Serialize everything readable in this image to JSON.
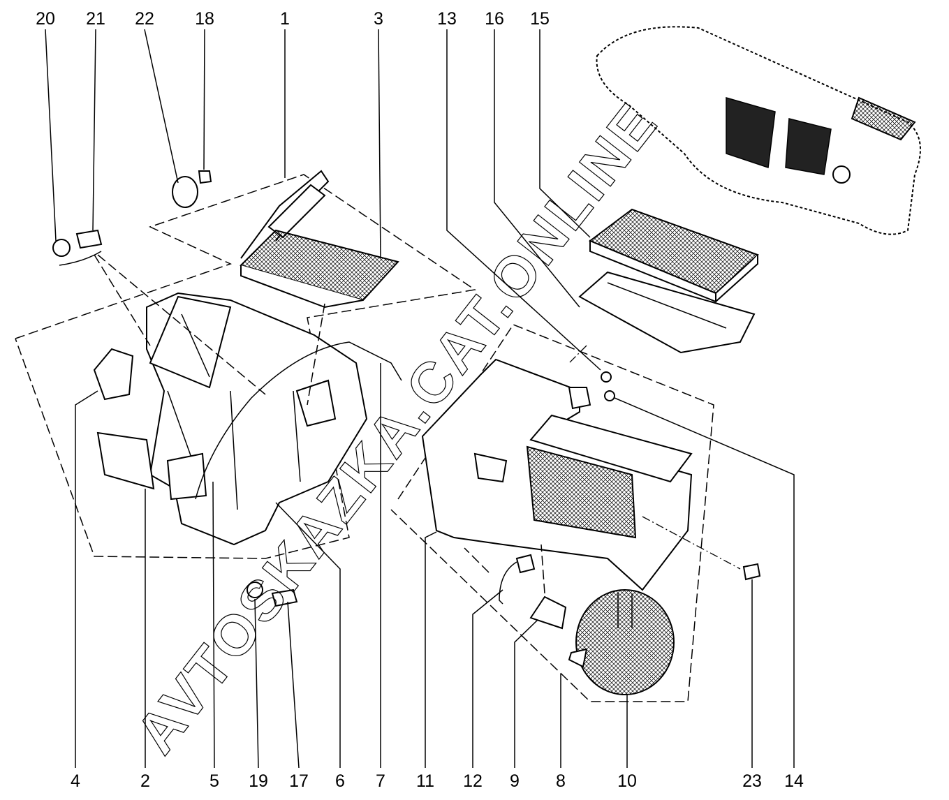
{
  "diagram": {
    "title": "Heater / ventilation unit exploded view",
    "watermark": "AVTOSKAZKA.CAT.ONLINE",
    "callouts_top": [
      "20",
      "21",
      "22",
      "18",
      "1",
      "3",
      "13",
      "16",
      "15"
    ],
    "callouts_bottom": [
      "4",
      "2",
      "5",
      "19",
      "17",
      "6",
      "7",
      "11",
      "12",
      "9",
      "8",
      "10",
      "23",
      "14"
    ]
  }
}
